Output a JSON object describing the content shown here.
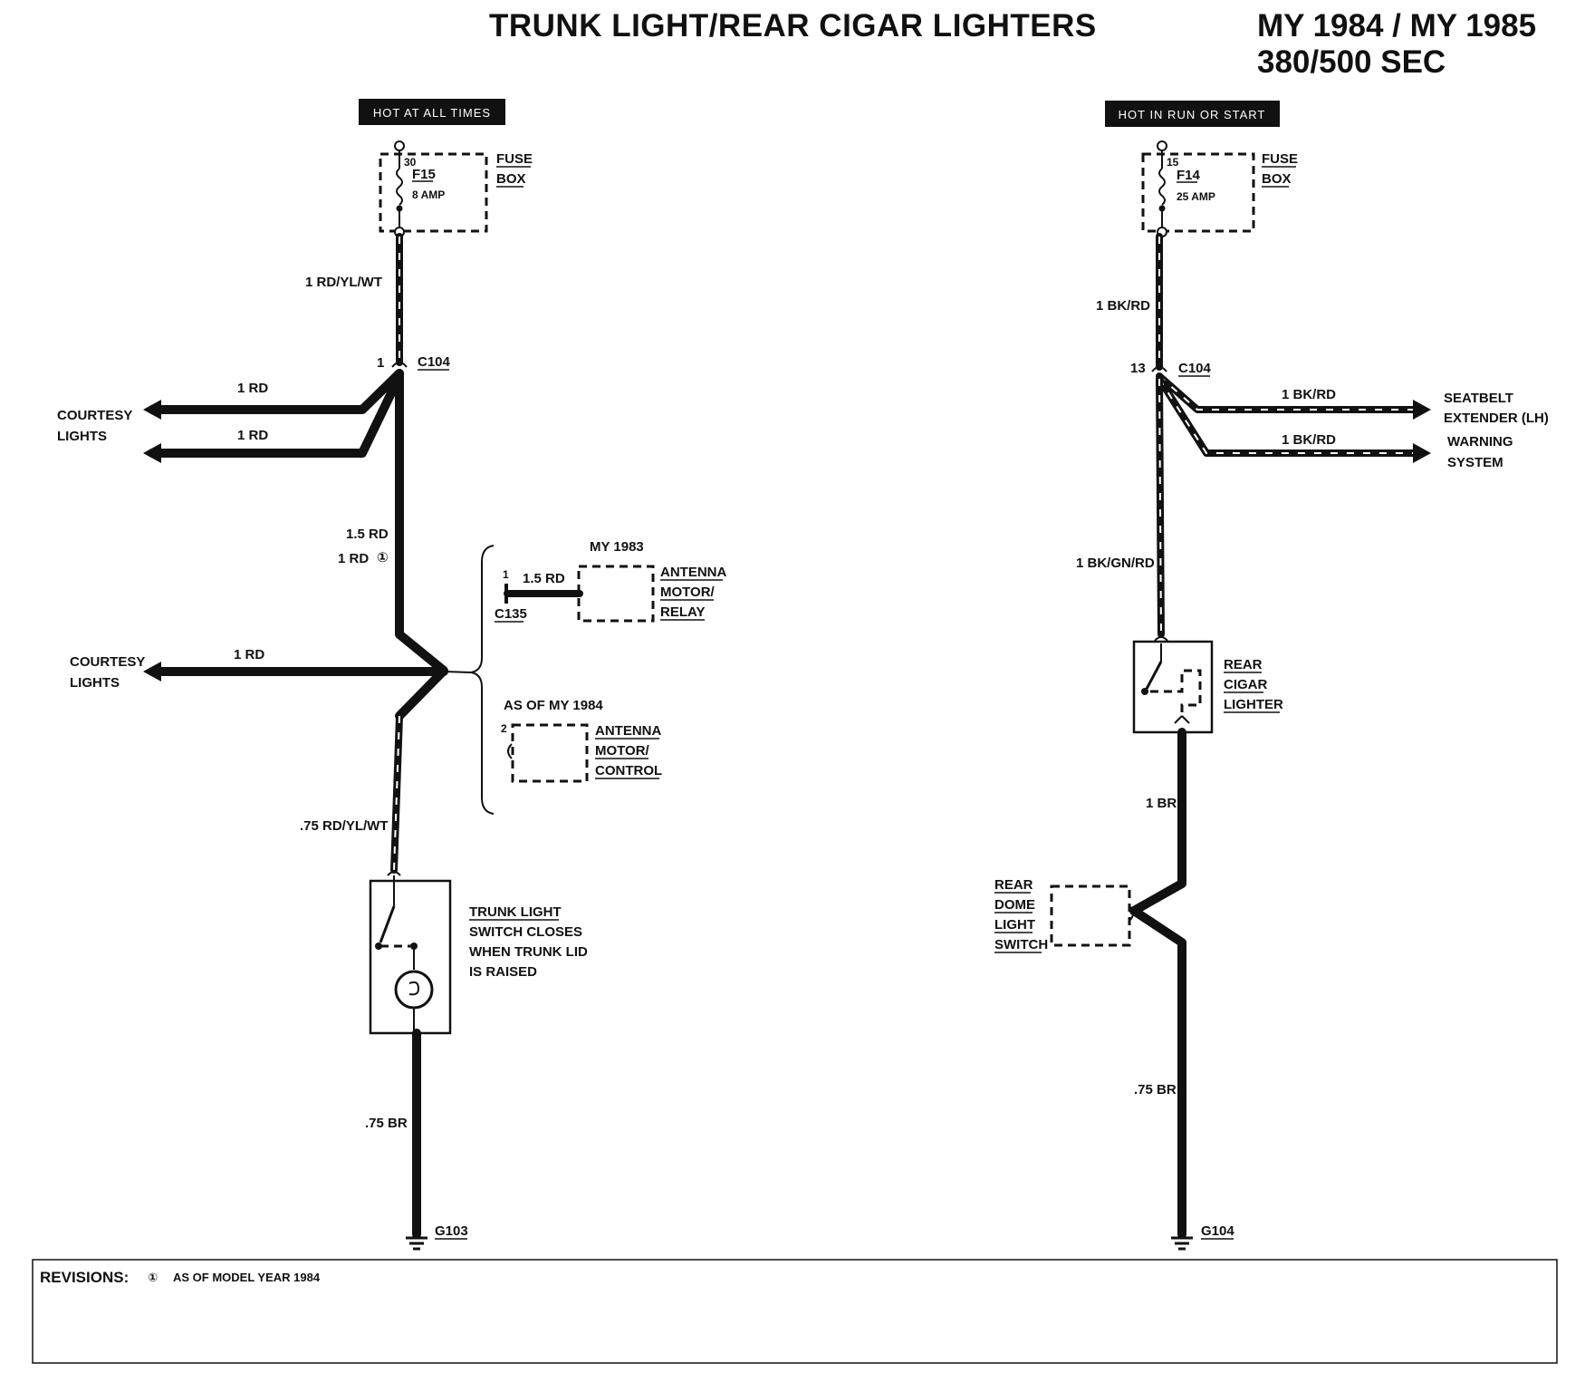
{
  "header": {
    "title": "TRUNK LIGHT/REAR CIGAR LIGHTERS",
    "model_years": "MY 1984 / MY 1985",
    "models": "380/500 SEC"
  },
  "left_circuit": {
    "power_tag": "HOT AT ALL TIMES",
    "fuse_terminal": "30",
    "fuse_name": "F15",
    "fuse_rating": "8 AMP",
    "fuse_box_line1": "FUSE",
    "fuse_box_line2": "BOX",
    "wire_fuse_out": "1 RD/YL/WT",
    "connector_pin": "1",
    "connector": "C104",
    "branch1_wire": "1 RD",
    "branch2_wire": "1 RD",
    "courtesy_top_line1": "COURTESY",
    "courtesy_top_line2": "LIGHTS",
    "wire_main_a": "1.5 RD",
    "wire_main_b": "1 RD",
    "revision_mark": "①",
    "branch3_wire": "1 RD",
    "courtesy_bot_line1": "COURTESY",
    "courtesy_bot_line2": "LIGHTS",
    "my1983_label": "MY 1983",
    "c135_pin": "1",
    "c135_wire": "1.5 RD",
    "c135": "C135",
    "relay_line1": "ANTENNA",
    "relay_line2": "MOTOR/",
    "relay_line3": "RELAY",
    "my1984_label": "AS OF MY 1984",
    "control_pin": "2",
    "control_line1": "ANTENNA",
    "control_line2": "MOTOR/",
    "control_line3": "CONTROL",
    "wire_to_switch": ".75 RD/YL/WT",
    "switch_line1": "TRUNK LIGHT",
    "switch_line2": "SWITCH CLOSES",
    "switch_line3": "WHEN TRUNK LID",
    "switch_line4": "IS RAISED",
    "wire_ground": ".75 BR",
    "ground": "G103"
  },
  "right_circuit": {
    "power_tag": "HOT IN RUN OR START",
    "fuse_terminal": "15",
    "fuse_name": "F14",
    "fuse_rating": "25 AMP",
    "fuse_box_line1": "FUSE",
    "fuse_box_line2": "BOX",
    "wire_fuse_out": "1 BK/RD",
    "connector_pin": "13",
    "connector": "C104",
    "branch1_wire": "1 BK/RD",
    "branch2_wire": "1 BK/RD",
    "seatbelt_line1": "SEATBELT",
    "seatbelt_line2": "EXTENDER (LH)",
    "warning_line1": "WARNING",
    "warning_line2": "SYSTEM",
    "wire_to_lighter": "1 BK/GN/RD",
    "lighter_line1": "REAR",
    "lighter_line2": "CIGAR",
    "lighter_line3": "LIGHTER",
    "wire_lighter_out": "1 BR",
    "dome_line1": "REAR",
    "dome_line2": "DOME",
    "dome_line3": "LIGHT",
    "dome_line4": "SWITCH",
    "wire_ground": ".75 BR",
    "ground": "G104"
  },
  "revisions": {
    "label": "REVISIONS:",
    "mark": "①",
    "text": "AS OF MODEL YEAR 1984"
  }
}
